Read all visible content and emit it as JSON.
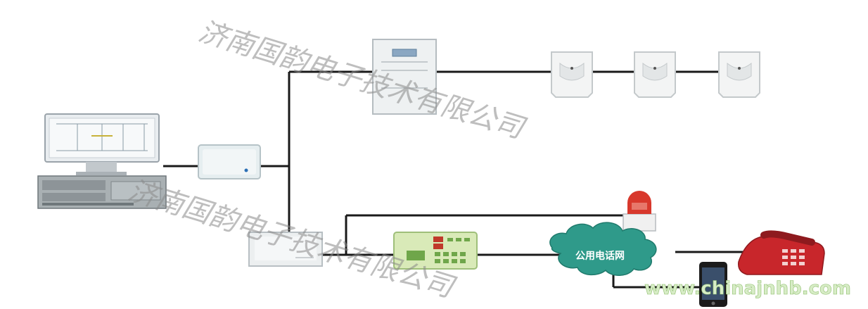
{
  "diagram": {
    "network_label": "公用电话网",
    "watermark_text": "济南国韵电子技术有限公司",
    "site_url": "www.chinajnhb.com"
  },
  "colors": {
    "wire": "#1a1a1a",
    "cloud": "#2f9a8a",
    "phone": "#c8262b",
    "siren": "#d8382c",
    "keypad_body": "#d9eab8",
    "keypad_keys": "#6fa64a",
    "site_text": "#d7ecc6"
  },
  "icons": {
    "pc": "computer-workstation-icon",
    "hub": "network-module-icon",
    "controller": "zone-expander-panel-icon",
    "pir": "pir-motion-detector-icon",
    "host": "alarm-host-icon",
    "keypad": "control-keypad-icon",
    "siren": "alarm-siren-icon",
    "cloud": "telephone-network-cloud-icon",
    "telephone": "desk-telephone-icon",
    "mobile": "mobile-phone-icon"
  }
}
